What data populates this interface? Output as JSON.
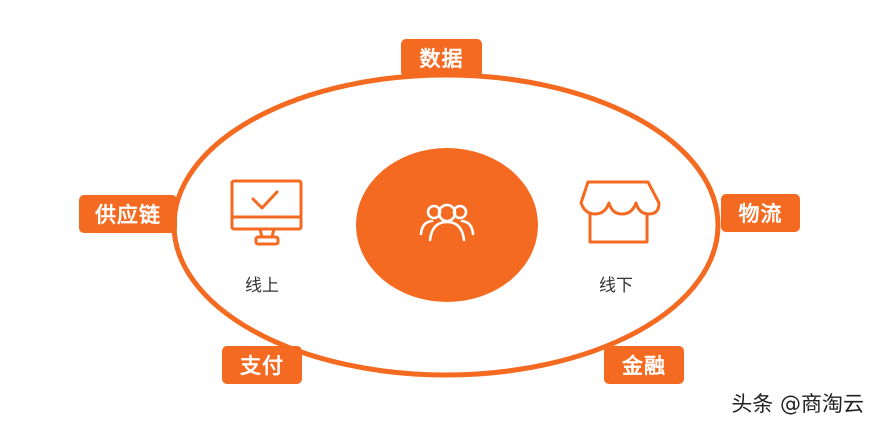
{
  "colors": {
    "accent": "#f46a20",
    "text": "#333333",
    "background": "#ffffff"
  },
  "tags": {
    "top": "数据",
    "left": "供应链",
    "right": "物流",
    "bottom_left": "支付",
    "bottom_right": "金融"
  },
  "labels": {
    "online": "线上",
    "offline": "线下"
  },
  "icons": {
    "online": "monitor-check-icon",
    "center": "users-group-icon",
    "offline": "storefront-icon"
  },
  "watermark": "头条 @商淘云"
}
